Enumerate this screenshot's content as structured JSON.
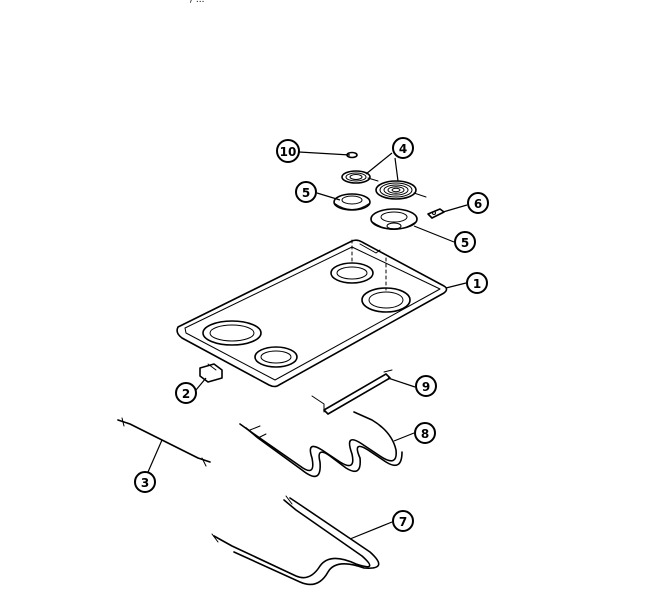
{
  "header_fragment": "/   ...",
  "callouts": {
    "c1": "1",
    "c2": "2",
    "c3": "3",
    "c4": "4",
    "c5a": "5",
    "c5b": "5",
    "c6": "6",
    "c7": "7",
    "c8": "8",
    "c9": "9",
    "c10": "10"
  }
}
